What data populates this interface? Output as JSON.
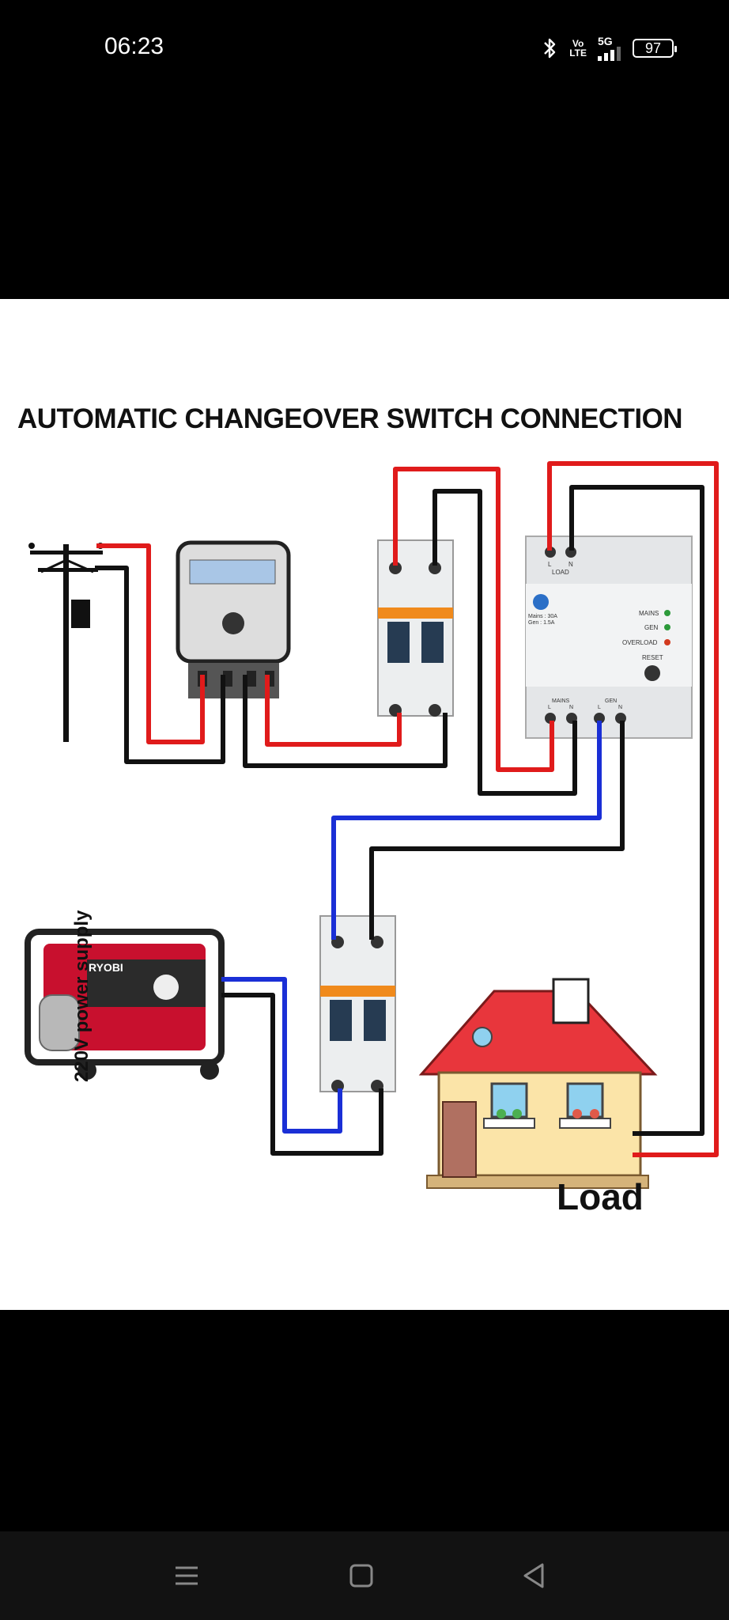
{
  "status_bar": {
    "time": "06:23",
    "volte_top": "Vo",
    "volte_bottom": "LTE",
    "network": "5G",
    "battery": "97"
  },
  "diagram": {
    "title": "AUTOMATIC CHANGEOVER SWITCH CONNECTION",
    "supply_label": "220V power supply",
    "load_label": "Load",
    "ats": {
      "load_terminal_l": "L",
      "load_terminal_n": "N",
      "load_caption": "LOAD",
      "rating_line1": "Mains : 30A",
      "rating_line2": "Gen : 1.5A",
      "indicator_mains": "MAINS",
      "indicator_gen": "GEN",
      "indicator_overload": "OVERLOAD",
      "reset_label": "RESET",
      "bottom_mains": "MAINS",
      "bottom_gen": "GEN",
      "bottom_l1": "L",
      "bottom_n1": "N",
      "bottom_l2": "L",
      "bottom_n2": "N"
    },
    "generator_brand": "RYOBI",
    "colors": {
      "live_wire": "#e01b1b",
      "neutral_wire": "#111111",
      "gen_live_wire": "#1a2fd6"
    }
  },
  "nav": {
    "menu_icon": "menu-icon",
    "home_icon": "home-icon",
    "back_icon": "back-icon"
  }
}
